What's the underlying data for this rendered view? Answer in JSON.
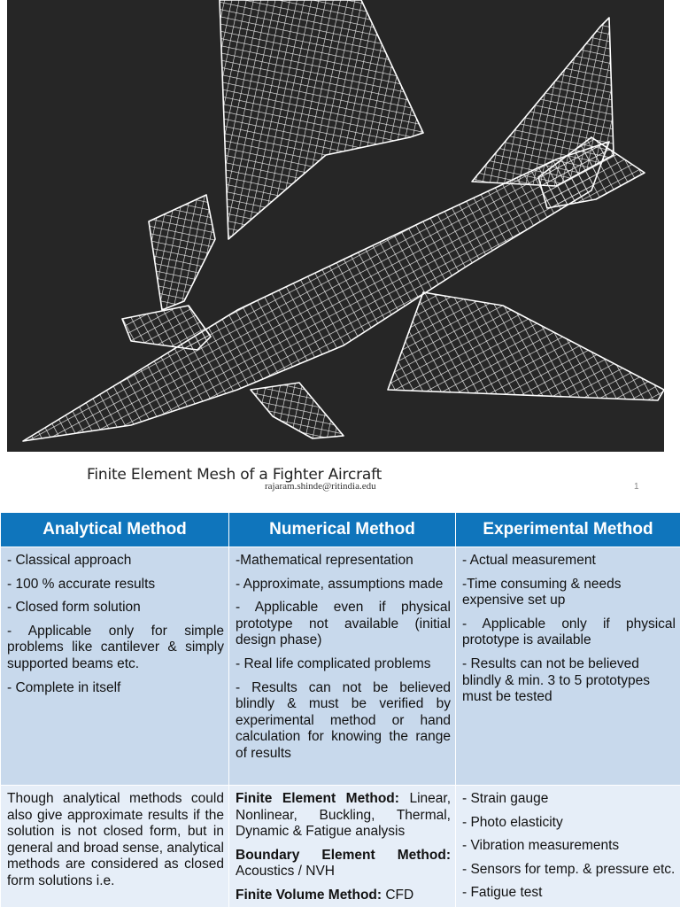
{
  "slide1": {
    "figure_caption": "Finite Element Mesh of a Fighter Aircraft",
    "author_email": "rajaram.shinde@ritindia.edu",
    "page_number": "1"
  },
  "table": {
    "headers": [
      "Analytical Method",
      "Numerical Method",
      "Experimental Method"
    ],
    "row1": {
      "analytical": [
        "- Classical approach",
        "- 100 % accurate results",
        "- Closed form solution",
        "-   Applicable only for   simple problems like cantilever & simply supported beams etc.",
        "- Complete in itself"
      ],
      "numerical": [
        "-Mathematical representation",
        "- Approximate, assumptions made",
        "-   Applicable even if physical prototype not available (initial design phase)",
        "- Real life complicated problems",
        "- Results can not be believed blindly & must be verified by experimental method or hand calculation for knowing the range of results"
      ],
      "experimental": [
        "- Actual measurement",
        "-Time consuming & needs expensive set up",
        "-   Applicable only if physical prototype is available",
        "- Results can not be believed blindly & min. 3 to 5 prototypes must be tested"
      ]
    },
    "row2": {
      "analytical": "Though analytical methods could also give approximate results if the solution is not closed form, but in general and broad sense, analytical methods are considered as closed form solutions i.e.",
      "numerical": [
        {
          "title": "Finite Element Method:",
          "text": " Linear, Nonlinear, Buckling, Thermal, Dynamic & Fatigue analysis"
        },
        {
          "title": "Boundary Element Method:",
          "text": " Acoustics / NVH"
        },
        {
          "title": "Finite Volume Method:",
          "text": " CFD"
        }
      ],
      "experimental": [
        "- Strain gauge",
        "- Photo elasticity",
        "- Vibration measurements",
        "- Sensors for temp. & pressure etc.",
        "- Fatigue test"
      ]
    }
  }
}
